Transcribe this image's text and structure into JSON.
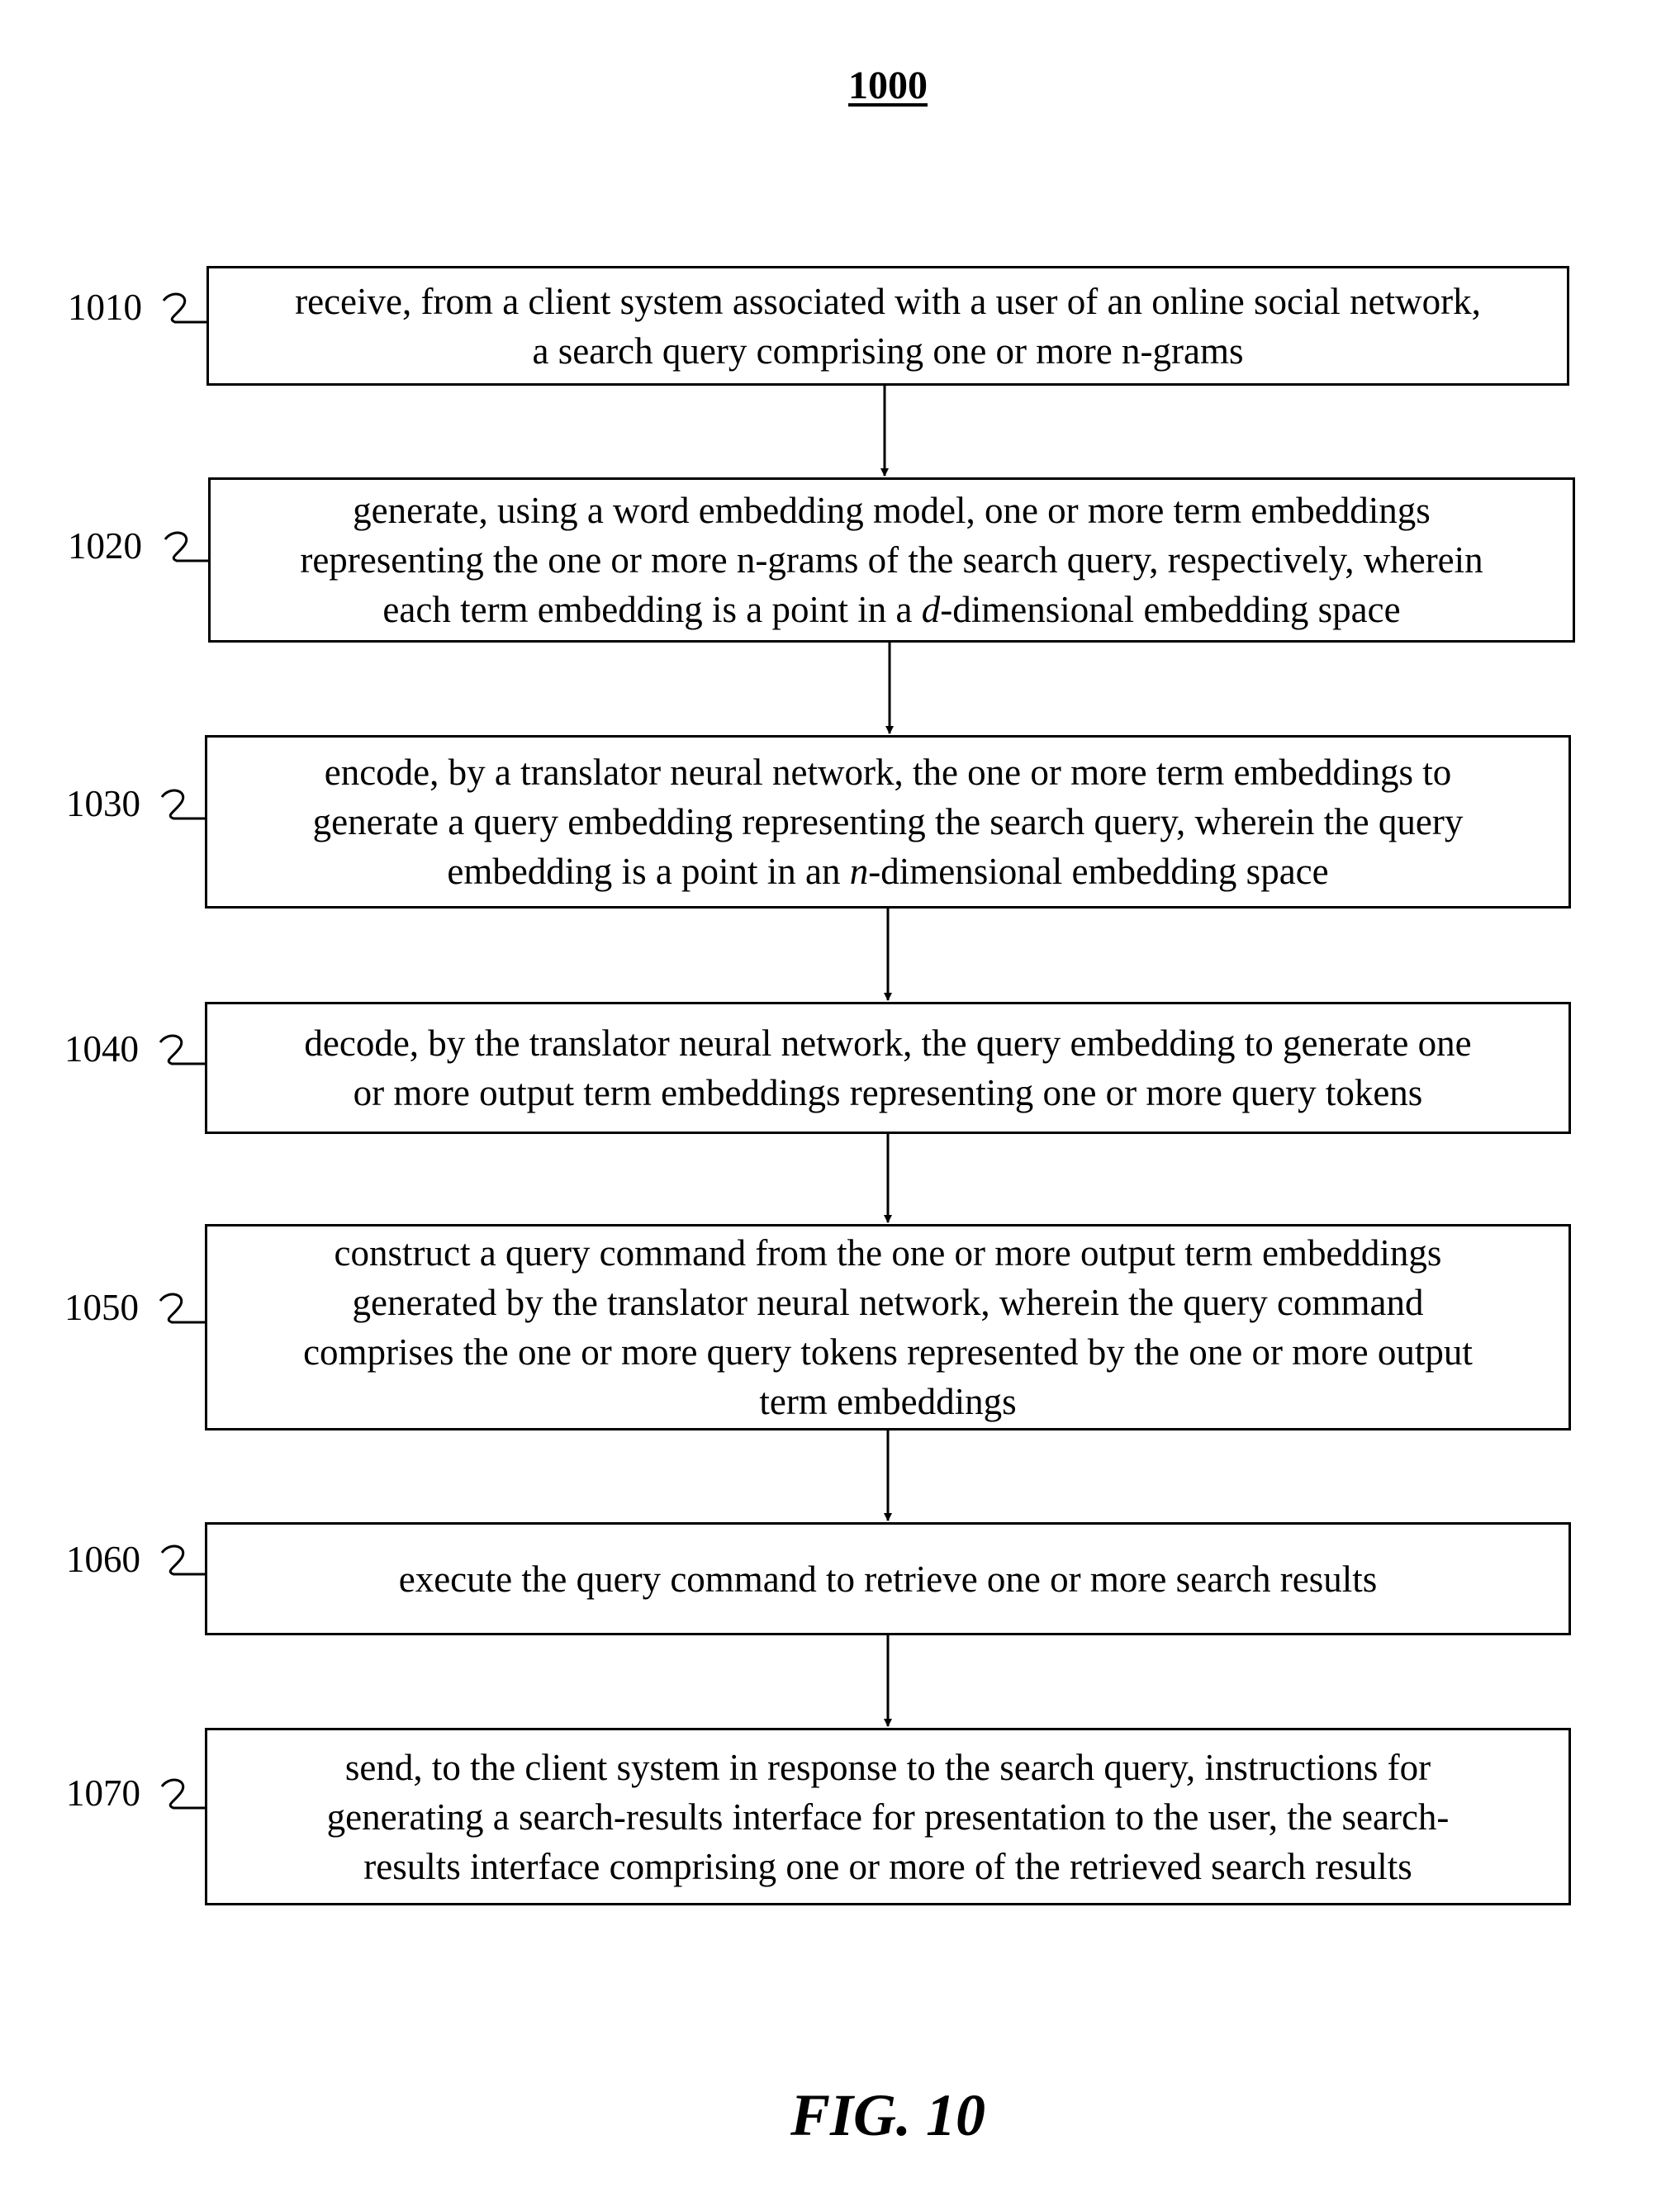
{
  "figure_number": "1000",
  "figure_caption": "FIG. 10",
  "steps": [
    {
      "id": "1010",
      "lines": [
        "receive, from a client system associated with a user of an online social network,",
        "a search query comprising one or more n-grams"
      ]
    },
    {
      "id": "1020",
      "lines": [
        "generate, using a word embedding model, one or more term embeddings",
        "representing the one or more n-grams of the search query, respectively, wherein",
        "each term embedding is a point in a d-dimensional embedding space"
      ]
    },
    {
      "id": "1030",
      "lines": [
        "encode, by a translator neural network, the one or more term embeddings to",
        "generate a query embedding representing the search query, wherein the query",
        "embedding is a point in an n-dimensional embedding space"
      ]
    },
    {
      "id": "1040",
      "lines": [
        "decode, by the translator neural network, the query embedding to generate one",
        "or more output term embeddings representing one or more query tokens"
      ]
    },
    {
      "id": "1050",
      "lines": [
        "construct a query command from the one or more output term embeddings",
        "generated by the translator neural network, wherein the query command",
        "comprises the one or more query tokens represented by the one or more output",
        "term embeddings"
      ]
    },
    {
      "id": "1060",
      "lines": [
        "execute the query command to retrieve one or more search results"
      ]
    },
    {
      "id": "1070",
      "lines": [
        "send, to the client system in response to the search query, instructions for",
        "generating a search-results interface for presentation to the user, the search-",
        "results interface comprising one or more of the retrieved search results"
      ]
    }
  ]
}
